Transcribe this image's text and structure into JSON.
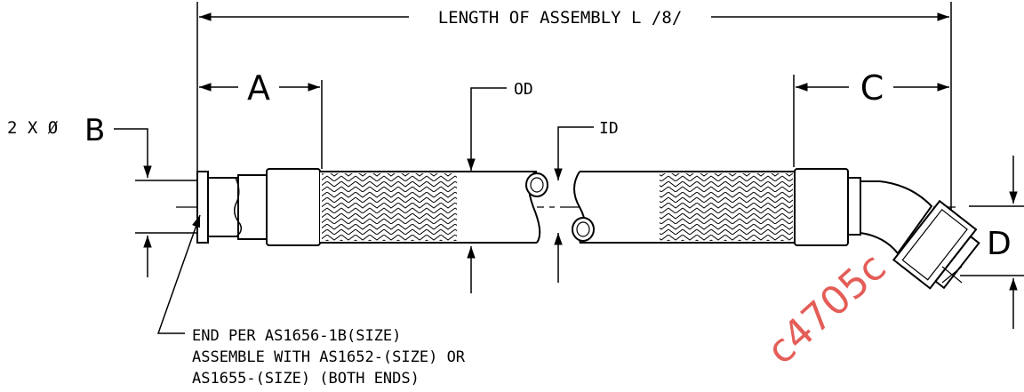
{
  "labels": {
    "length": "LENGTH OF ASSEMBLY L /8/",
    "a": "A",
    "b_prefix": "2 X Ø",
    "b": "B",
    "c": "C",
    "d": "D",
    "od": "OD",
    "id": "ID"
  },
  "note": {
    "line1": "END PER AS1656-1B(SIZE)",
    "line2": "ASSEMBLE WITH AS1652-(SIZE) OR",
    "line3": "AS1655-(SIZE) (BOTH ENDS)"
  },
  "watermark": "c4705c",
  "colors": {
    "ink": "#000000",
    "watermark": "#e0413a"
  }
}
